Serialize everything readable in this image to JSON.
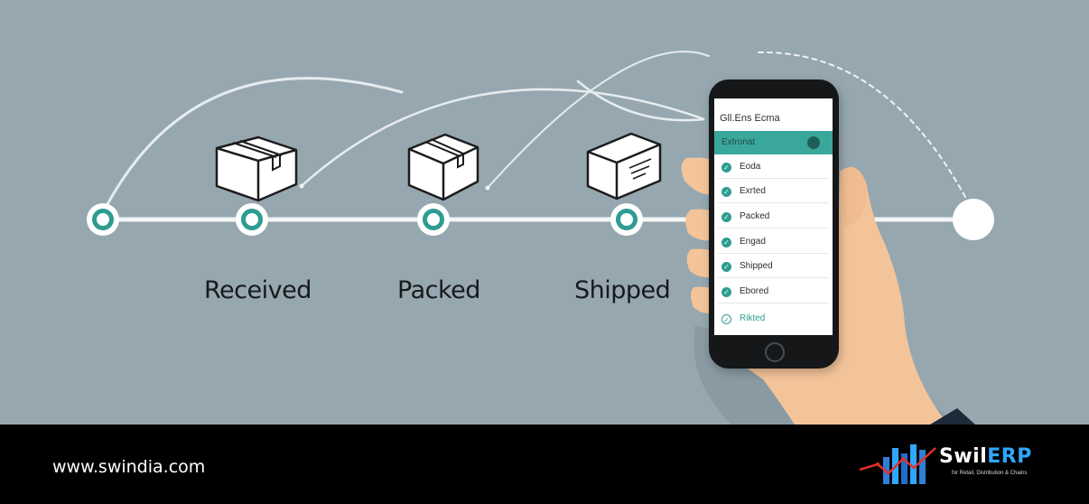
{
  "steps": [
    {
      "label": "Received"
    },
    {
      "label": "Packed"
    },
    {
      "label": "Shipped"
    }
  ],
  "phone": {
    "title": "Gll.Ens Ecma",
    "bar_label": "Extronat",
    "items": [
      "Eoda",
      "Exrted",
      "Packed",
      "Engad",
      "Shipped",
      "Ebored",
      "Rikted"
    ]
  },
  "footer": {
    "website": "www.swindia.com",
    "brand_prefix": "Swil",
    "brand_suffix": "ERP",
    "tagline": "for Retail, Distribution & Chains"
  },
  "colors": {
    "background": "#96a7b0",
    "accent": "#2e9c91",
    "footer": "#000000",
    "brand_blue": "#2fa7ff",
    "brand_red": "#e0302a"
  }
}
